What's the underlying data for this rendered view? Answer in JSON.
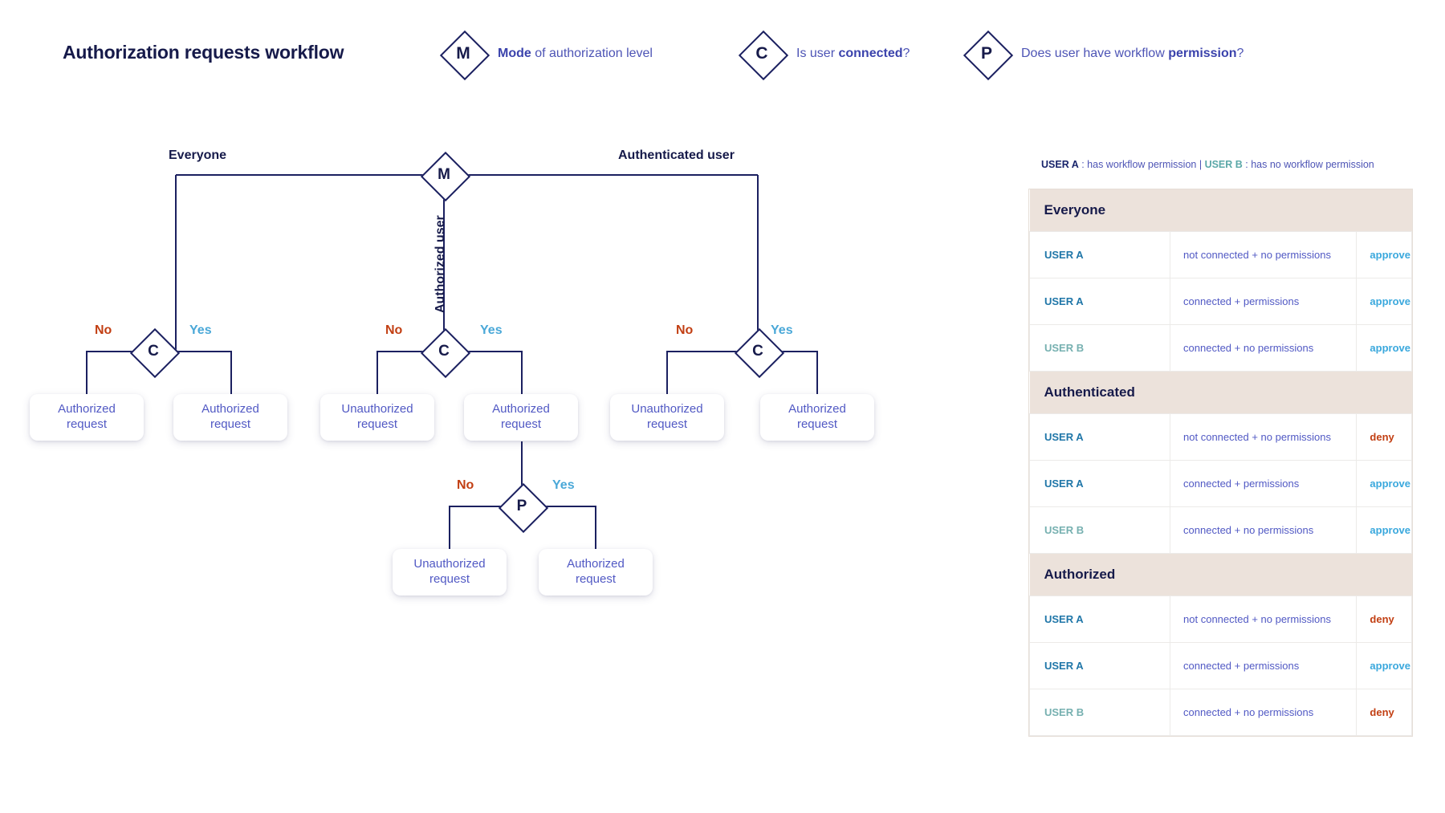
{
  "header": {
    "title": "Authorization requests workflow",
    "legend": [
      {
        "symbol": "M",
        "icon": "diamond-m-icon",
        "pre": "",
        "strong": "Mode",
        "post": " of authorization level"
      },
      {
        "symbol": "C",
        "icon": "diamond-c-icon",
        "pre": "Is user ",
        "strong": "connected",
        "post": "?"
      },
      {
        "symbol": "P",
        "icon": "diamond-p-icon",
        "pre": "Does user have workflow ",
        "strong": "permission",
        "post": "?"
      }
    ]
  },
  "flow": {
    "root": {
      "symbol": "M",
      "name": "mode-decision"
    },
    "edges": {
      "everyone": "Everyone",
      "authorized_user": "Authorized user",
      "authenticated_user": "Authenticated user"
    },
    "branch_labels": {
      "no": "No",
      "yes": "Yes"
    },
    "decisions": [
      {
        "symbol": "C",
        "name": "connected-decision-everyone"
      },
      {
        "symbol": "C",
        "name": "connected-decision-authorized"
      },
      {
        "symbol": "C",
        "name": "connected-decision-authenticated"
      },
      {
        "symbol": "P",
        "name": "permission-decision"
      }
    ],
    "results": {
      "everyone_no": "Authorized\nrequest",
      "everyone_yes": "Authorized\nrequest",
      "authorized_no": "Unauthorized\nrequest",
      "authorized_yes": "Authorized\nrequest",
      "authenticated_no": "Unauthorized\nrequest",
      "authenticated_yes": "Authorized\nrequest",
      "permission_no": "Unauthorized\nrequest",
      "permission_yes": "Authorized\nrequest"
    }
  },
  "matrix": {
    "legend": {
      "user_a": "USER A",
      "user_a_desc": " : has workflow permission ",
      "separator": "| ",
      "user_b": "USER B",
      "user_b_desc": " : has no workflow permission"
    },
    "sections": [
      {
        "title": "Everyone",
        "rows": [
          {
            "user": "USER A",
            "user_kind": "a",
            "condition": "not connected + no permissions",
            "action": "approve",
            "action_kind": "approve"
          },
          {
            "user": "USER A",
            "user_kind": "a",
            "condition": "connected + permissions",
            "action": "approve",
            "action_kind": "approve"
          },
          {
            "user": "USER B",
            "user_kind": "b",
            "condition": "connected + no permissions",
            "action": "approve",
            "action_kind": "approve"
          }
        ]
      },
      {
        "title": "Authenticated",
        "rows": [
          {
            "user": "USER A",
            "user_kind": "a",
            "condition": "not connected + no permissions",
            "action": "deny",
            "action_kind": "deny"
          },
          {
            "user": "USER A",
            "user_kind": "a",
            "condition": "connected + permissions",
            "action": "approve",
            "action_kind": "approve"
          },
          {
            "user": "USER B",
            "user_kind": "b",
            "condition": "connected + no permissions",
            "action": "approve",
            "action_kind": "approve"
          }
        ]
      },
      {
        "title": "Authorized",
        "rows": [
          {
            "user": "USER A",
            "user_kind": "a",
            "condition": "not connected + no permissions",
            "action": "deny",
            "action_kind": "deny"
          },
          {
            "user": "USER A",
            "user_kind": "a",
            "condition": "connected + permissions",
            "action": "approve",
            "action_kind": "approve"
          },
          {
            "user": "USER B",
            "user_kind": "b",
            "condition": "connected + no permissions",
            "action": "deny",
            "action_kind": "deny"
          }
        ]
      }
    ]
  },
  "colors": {
    "navy": "#161a4a",
    "indigo": "#5159c4",
    "no_red": "#c23f13",
    "yes_blue": "#4aa8d8",
    "section_bg": "#ece2db",
    "user_a": "#1f76a8",
    "user_b": "#76b0b0"
  }
}
